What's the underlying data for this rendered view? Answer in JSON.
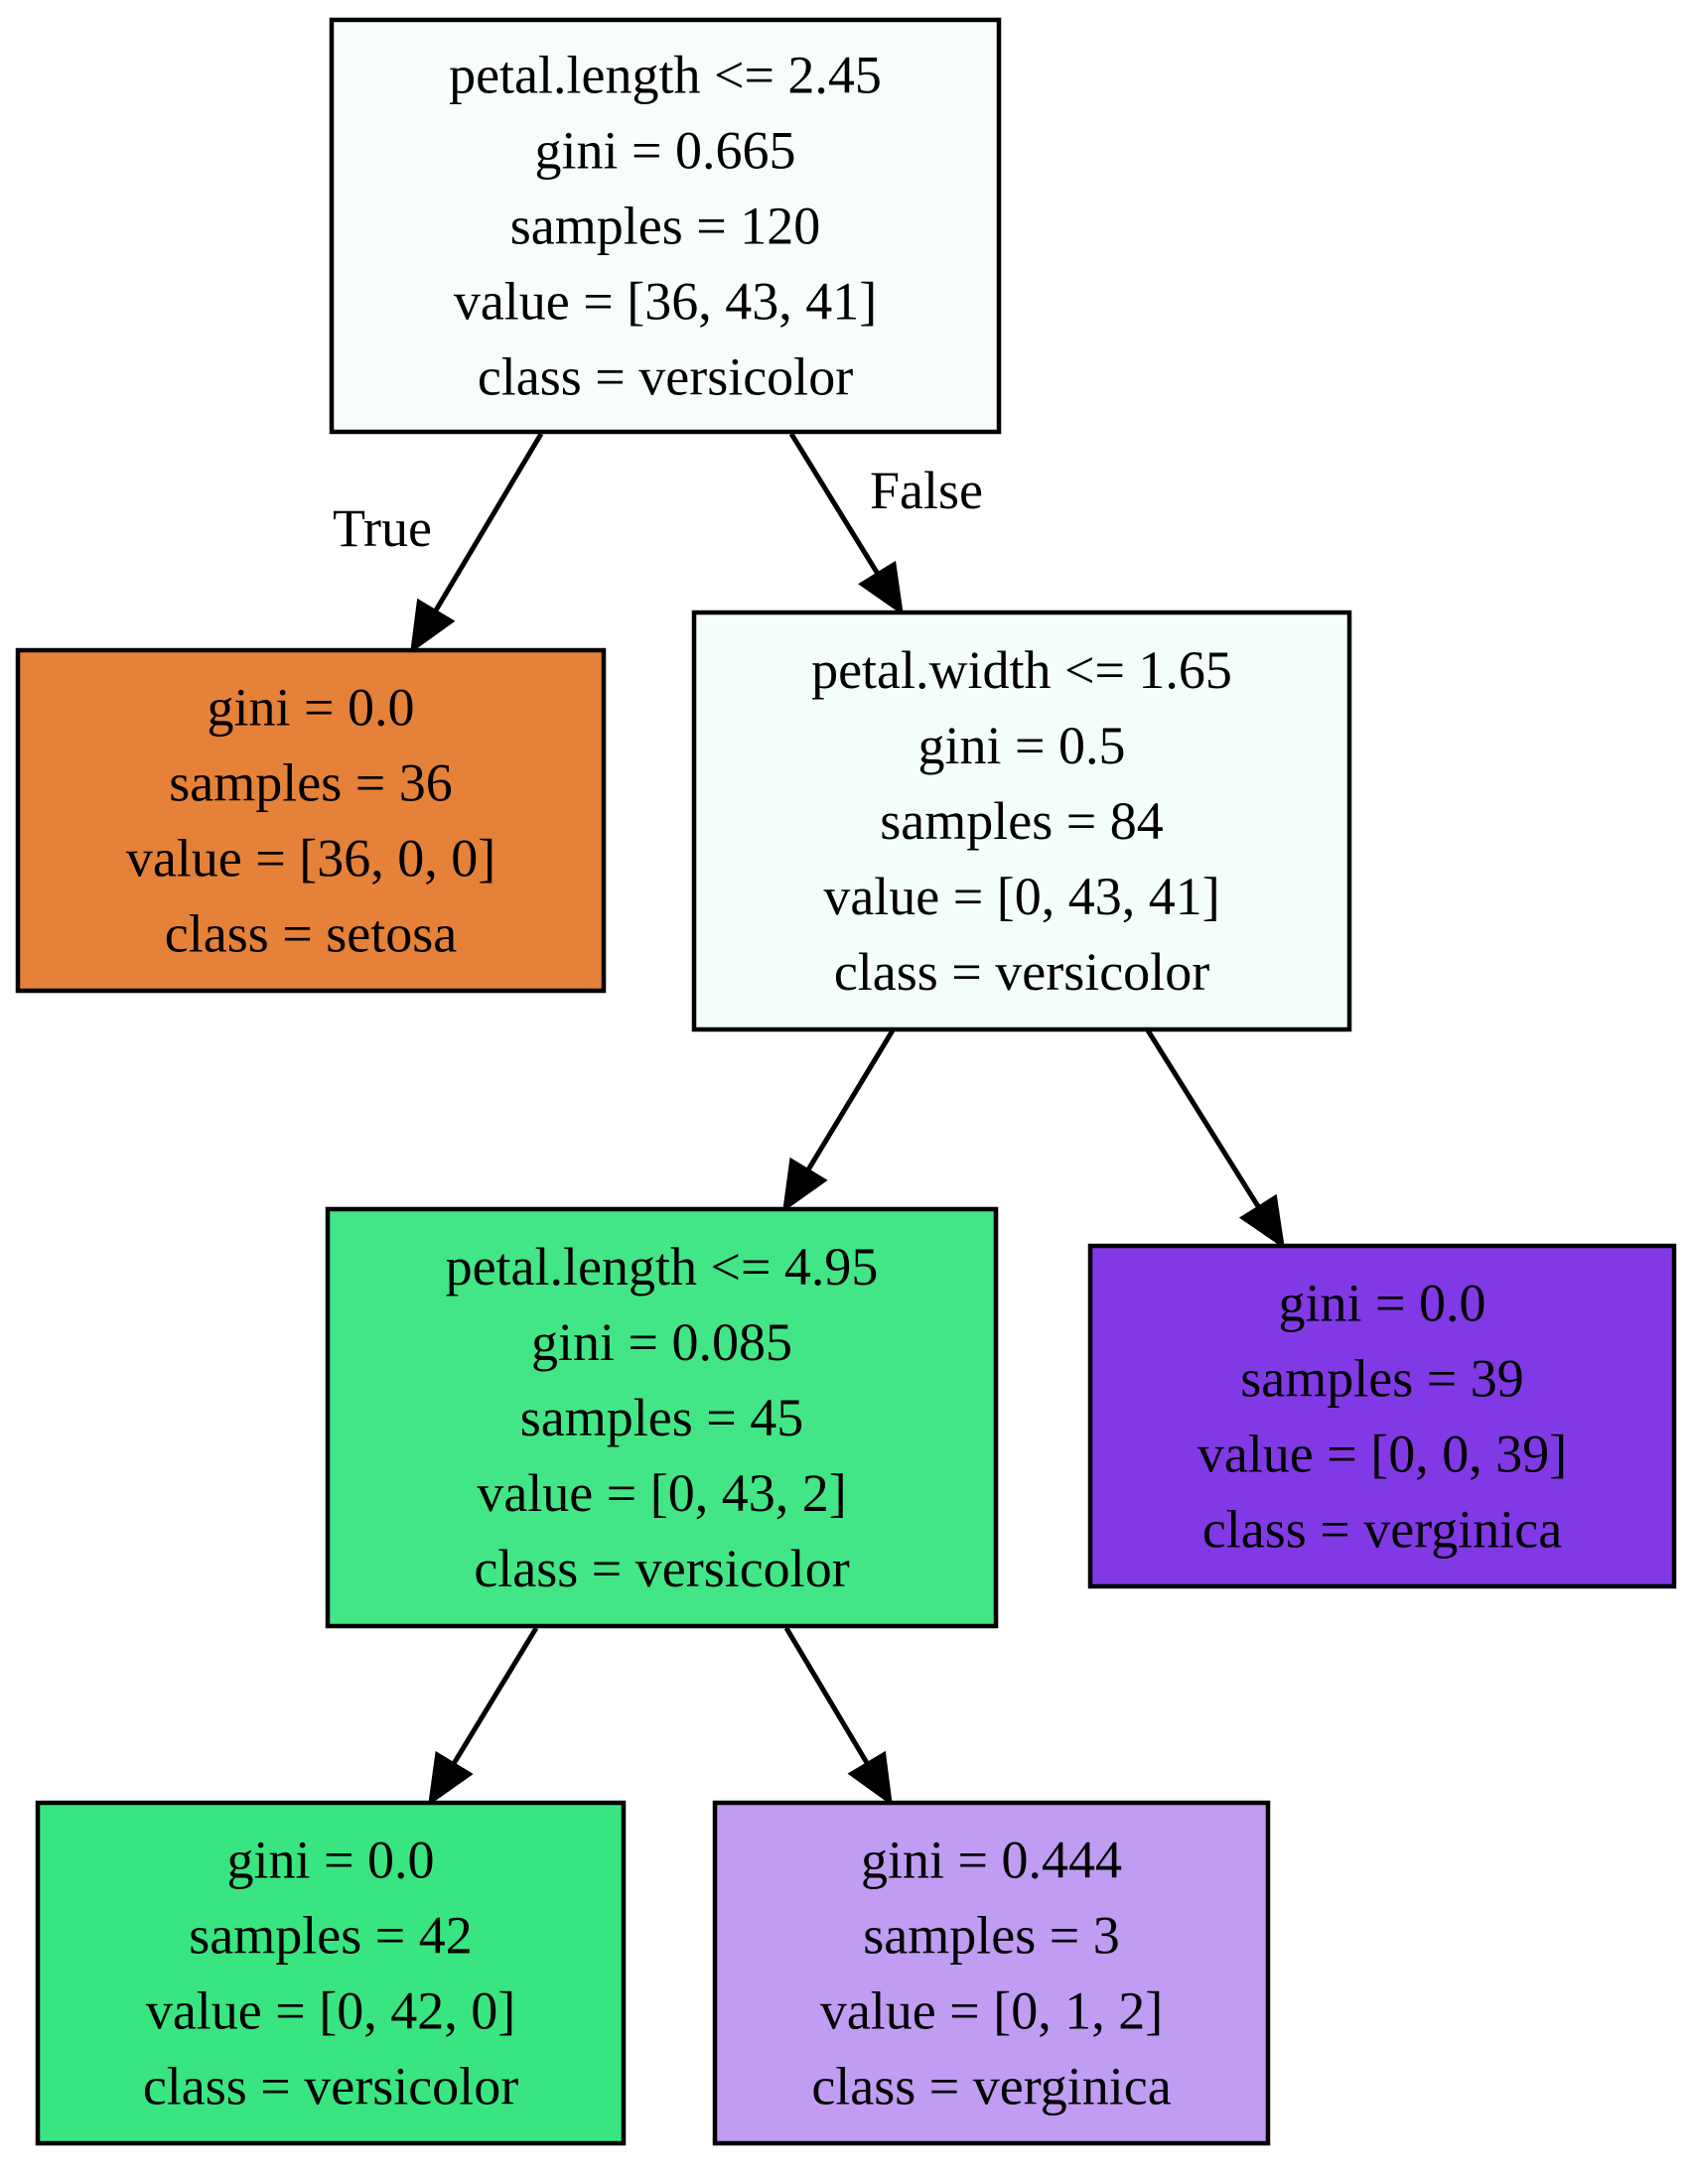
{
  "tree": {
    "nodes": [
      {
        "id": "root",
        "fill": "#f8fdfb",
        "lines": [
          "petal.length <= 2.45",
          "gini = 0.665",
          "samples = 120",
          "value = [36, 43, 41]",
          "class = versicolor"
        ]
      },
      {
        "id": "setosa-leaf",
        "fill": "#e58139",
        "lines": [
          "gini = 0.0",
          "samples = 36",
          "value = [36, 0, 0]",
          "class = setosa"
        ]
      },
      {
        "id": "petal-width-split",
        "fill": "#f4fef8",
        "lines": [
          "petal.width <= 1.65",
          "gini = 0.5",
          "samples = 84",
          "value = [0, 43, 41]",
          "class = versicolor"
        ]
      },
      {
        "id": "petal-length-split-2",
        "fill": "#43e687",
        "lines": [
          "petal.length <= 4.95",
          "gini = 0.085",
          "samples = 45",
          "value = [0, 43, 2]",
          "class = versicolor"
        ]
      },
      {
        "id": "verginica-leaf-pure",
        "fill": "#8139e5",
        "lines": [
          "gini = 0.0",
          "samples = 39",
          "value = [0, 0, 39]",
          "class = verginica"
        ]
      },
      {
        "id": "versicolor-leaf-pure",
        "fill": "#39e581",
        "lines": [
          "gini = 0.0",
          "samples = 42",
          "value = [0, 42, 0]",
          "class = versicolor"
        ]
      },
      {
        "id": "verginica-leaf-mixed",
        "fill": "#c09cf2",
        "lines": [
          "gini = 0.444",
          "samples = 3",
          "value = [0, 1, 2]",
          "class = verginica"
        ]
      }
    ],
    "edges": [
      {
        "from": "root",
        "to": "setosa-leaf",
        "label": "True"
      },
      {
        "from": "root",
        "to": "petal-width-split",
        "label": "False"
      },
      {
        "from": "petal-width-split",
        "to": "petal-length-split-2",
        "label": ""
      },
      {
        "from": "petal-width-split",
        "to": "verginica-leaf-pure",
        "label": ""
      },
      {
        "from": "petal-length-split-2",
        "to": "versicolor-leaf-pure",
        "label": ""
      },
      {
        "from": "petal-length-split-2",
        "to": "verginica-leaf-mixed",
        "label": ""
      }
    ]
  }
}
